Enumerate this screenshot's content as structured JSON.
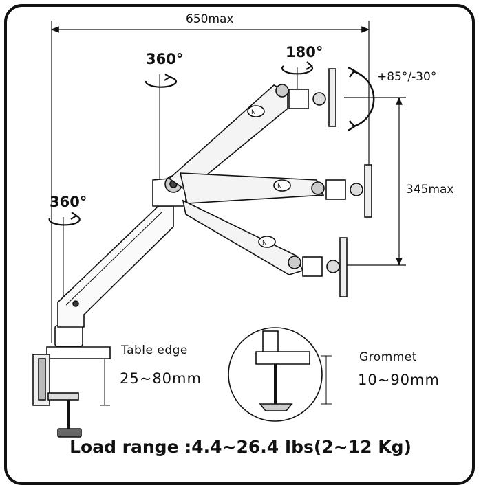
{
  "diagram": {
    "width_label": "650max",
    "height_label": "345max",
    "tilt_label": "+85°/-30°",
    "rotation_top": "180°",
    "rotation_mid": "360°",
    "rotation_base": "360°",
    "table_edge": {
      "title": "Table edge",
      "range": "25~80mm"
    },
    "grommet": {
      "title": "Grommet",
      "range": "10~90mm"
    },
    "load_range": "Load range :4.4~26.4 Ibs(2~12 Kg)",
    "icons": [
      "rotation-arrow-icon",
      "tilt-arc-icon",
      "logo-badge-icon"
    ]
  }
}
